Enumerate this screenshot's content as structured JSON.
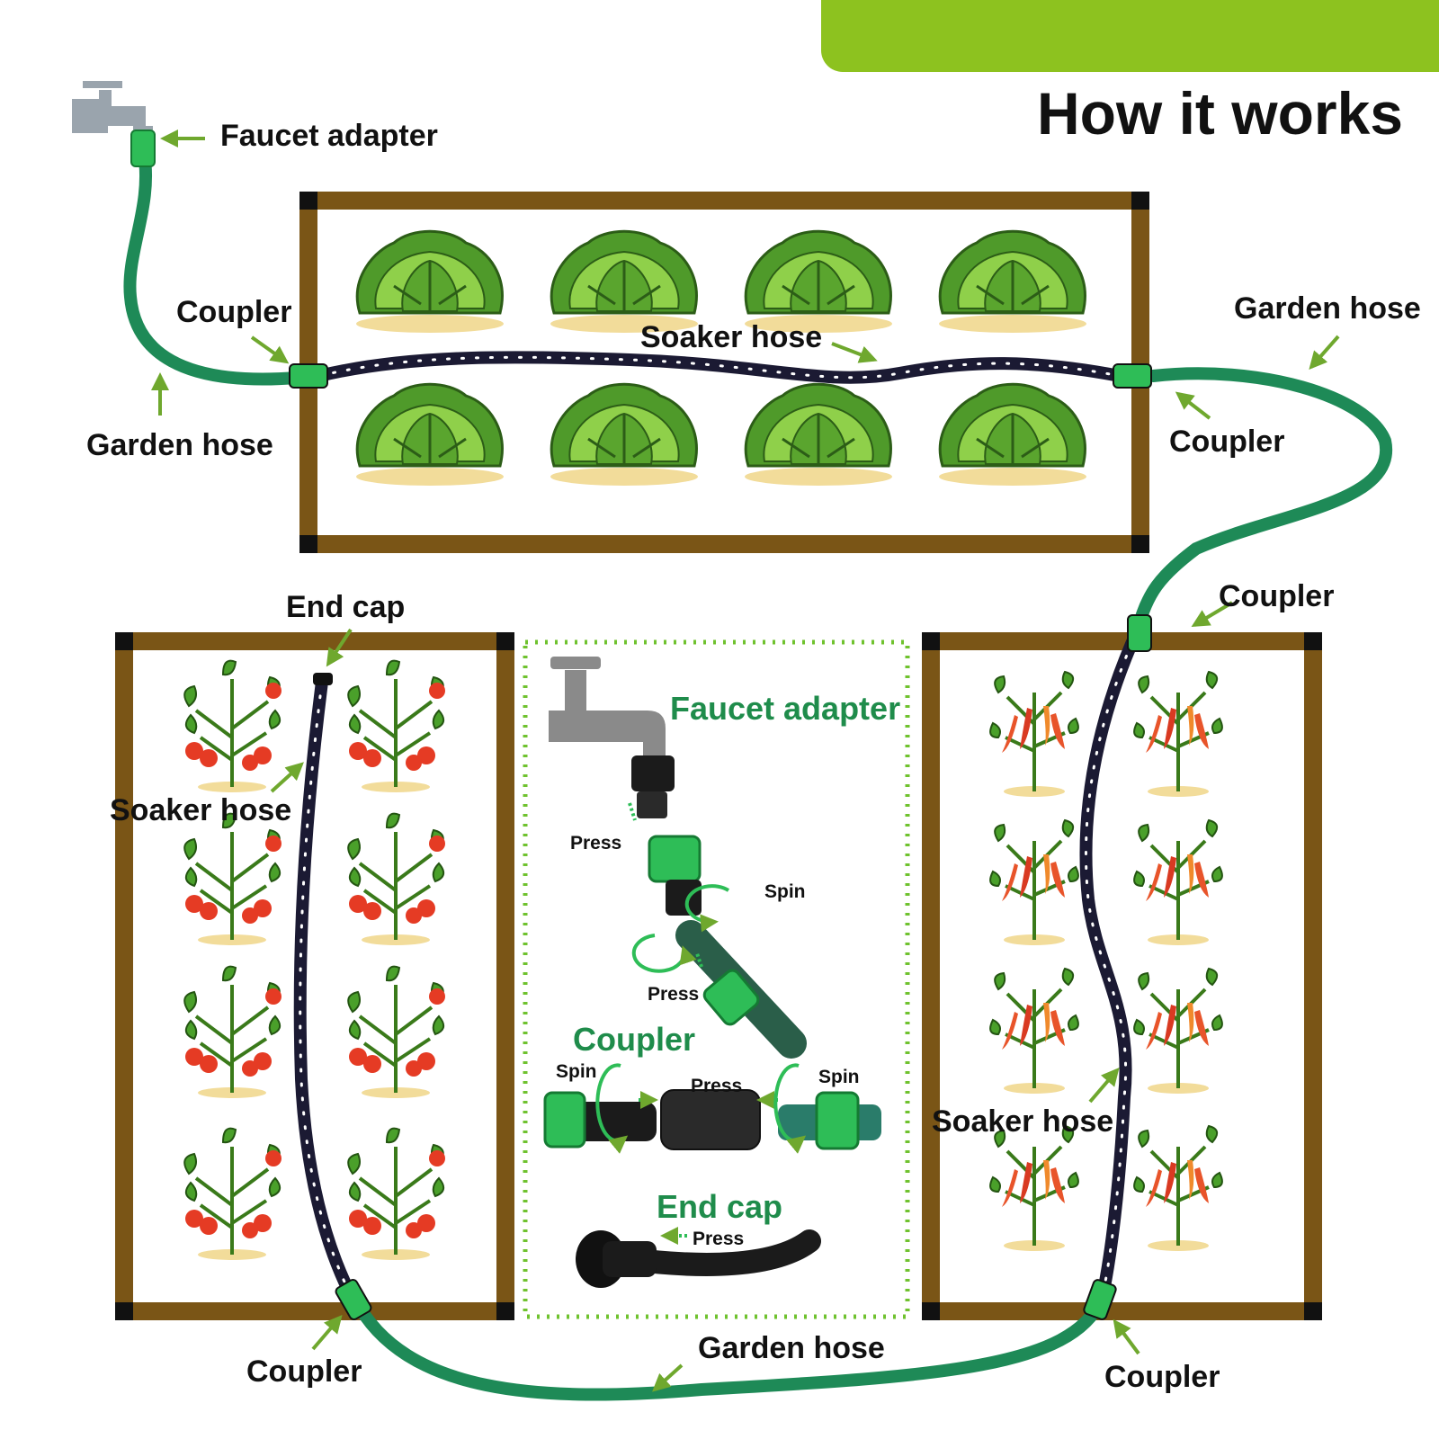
{
  "header": {
    "title": "How it works"
  },
  "labels": {
    "faucet_adapter": "Faucet adapter",
    "coupler": "Coupler",
    "garden_hose": "Garden hose",
    "soaker_hose": "Soaker hose",
    "end_cap": "End cap",
    "press": "Press",
    "spin": "Spin"
  },
  "inset": {
    "faucet_adapter_title": "Faucet adapter",
    "coupler_title": "Coupler",
    "end_cap_title": "End cap"
  },
  "colors": {
    "banner": "#8dc21f",
    "bed_frame": "#7a5516",
    "garden_hose": "#1e8a57",
    "soaker_hose": "#1b1a33",
    "arrow": "#6fa82e",
    "coupler": "#2ebd57"
  },
  "beds": [
    {
      "plant": "lettuce",
      "count": 8
    },
    {
      "plant": "tomato",
      "count": 8
    },
    {
      "plant": "pepper",
      "count": 8
    }
  ]
}
